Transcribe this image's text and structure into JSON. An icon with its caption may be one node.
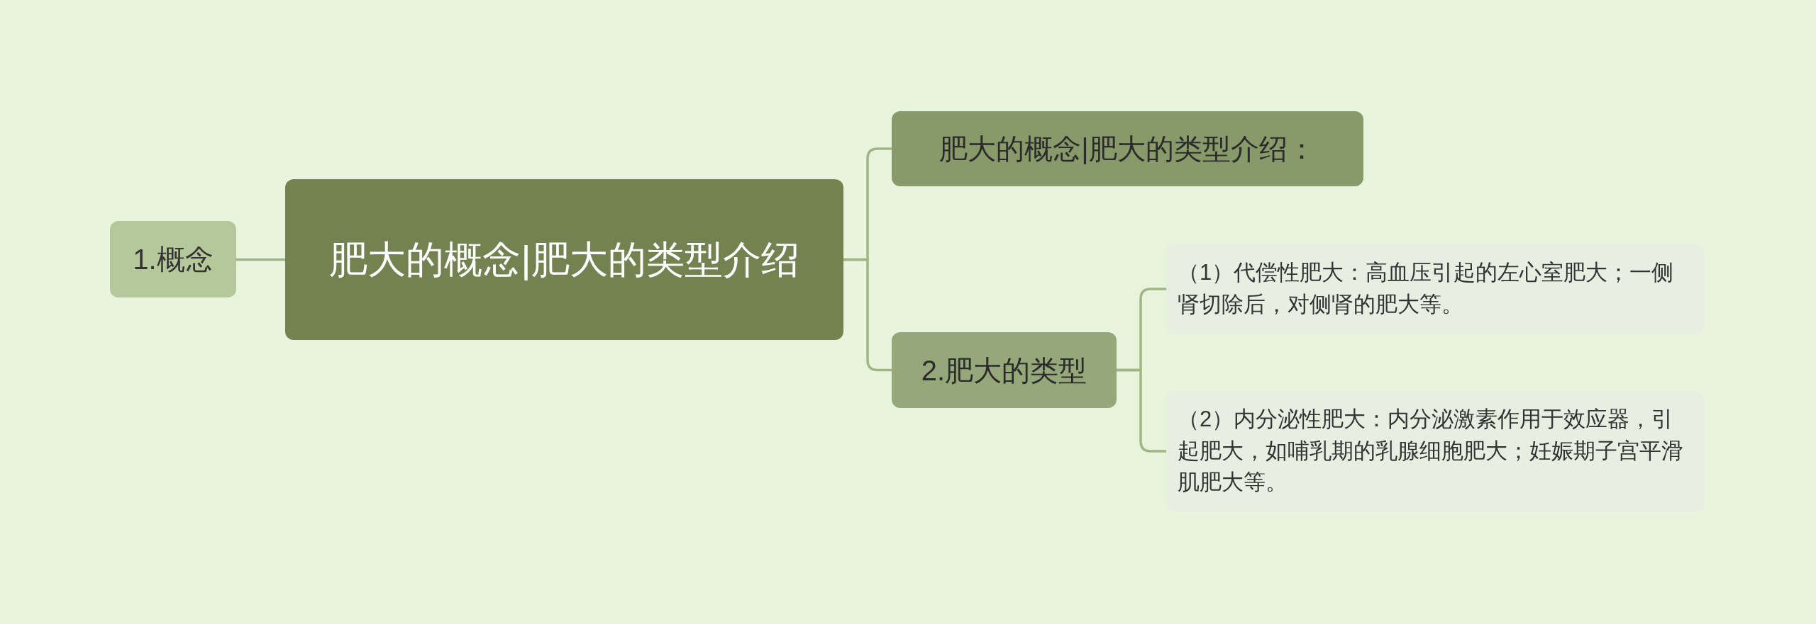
{
  "diagram": {
    "nodes": [
      {
        "text": [
          "肥大的概念|肥大的类型介绍"
        ]
      },
      {
        "text": [
          "1.概念"
        ]
      },
      {
        "text": [
          "肥大的概念|肥大的类型介绍："
        ]
      },
      {
        "text": [
          "2.肥大的类型"
        ]
      },
      {
        "text": [
          "（1）代偿性肥大：高血压引起的左心室肥大；一侧肾切除后，对侧肾的肥大等。"
        ]
      },
      {
        "text": [
          "（2）内分泌性肥大：内分泌激素作用于效应器，引起肥大，如哺乳期的乳腺细胞肥大；妊娠期子宫平滑肌肥大等。"
        ]
      }
    ],
    "edges": [
      {
        "from": 0,
        "to": 1,
        "arrow": "none"
      },
      {
        "from": 0,
        "to": 2,
        "arrow": "none"
      },
      {
        "from": 0,
        "to": 3,
        "arrow": "none"
      },
      {
        "from": 3,
        "to": 4,
        "arrow": "none"
      },
      {
        "from": 3,
        "to": 5,
        "arrow": "none"
      }
    ]
  }
}
